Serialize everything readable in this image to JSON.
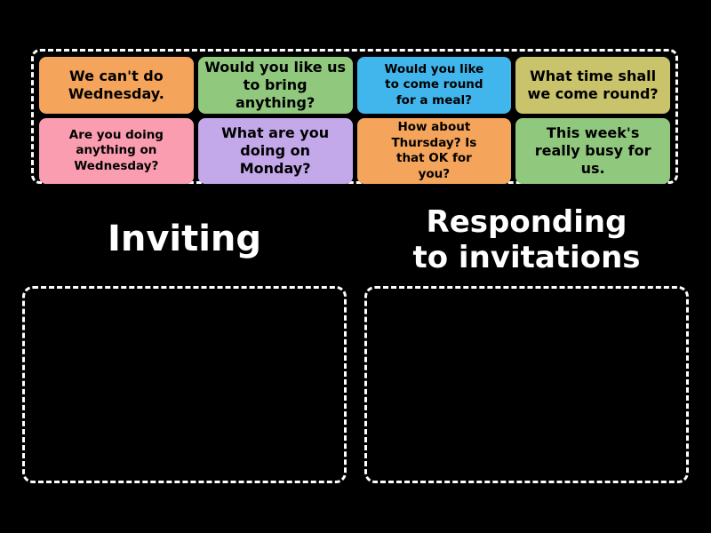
{
  "page": {
    "background_color": "#000000"
  },
  "card_tray": {
    "cards": [
      {
        "text": "We can't do Wednesday.",
        "color": "#F4A45B"
      },
      {
        "text": "Would you like us to bring anything?",
        "color": "#90C87E"
      },
      {
        "text": "Would you like to come round for a meal?",
        "color": "#41B6EC"
      },
      {
        "text": "What time shall we come round?",
        "color": "#C9C36B"
      },
      {
        "text": "Are you doing anything on Wednesday?",
        "color": "#FB9DB0"
      },
      {
        "text": "What are you doing on Monday?",
        "color": "#C3A8EA"
      },
      {
        "text": "How about Thursday? Is that OK for you?",
        "color": "#F4A45B"
      },
      {
        "text": "This week's really busy for us.",
        "color": "#90C87E"
      }
    ]
  },
  "groups": [
    {
      "label": "Inviting"
    },
    {
      "label": "Responding\nto invitations"
    }
  ]
}
